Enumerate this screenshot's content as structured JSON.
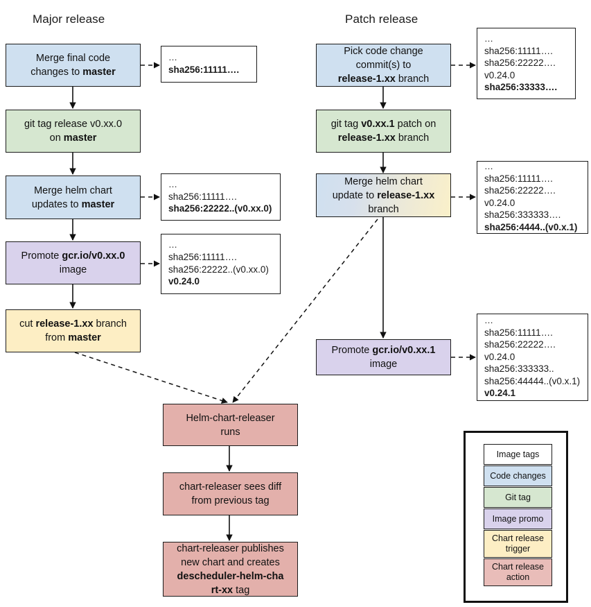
{
  "diagram": {
    "columns": [
      {
        "id": "major",
        "title": "Major release"
      },
      {
        "id": "patch",
        "title": "Patch release"
      }
    ],
    "nodes": [
      {
        "id": "merge-final-code",
        "kind": "code-changes",
        "lines": [
          {
            "parts": [
              {
                "t": "Merge final code",
                "b": false
              }
            ]
          },
          {
            "parts": [
              {
                "t": "changes to ",
                "b": false
              },
              {
                "t": "master",
                "b": true
              }
            ]
          }
        ]
      },
      {
        "id": "git-tag-release",
        "kind": "git-tag",
        "lines": [
          {
            "parts": [
              {
                "t": "git tag release v0.xx.0",
                "b": false
              }
            ]
          },
          {
            "parts": [
              {
                "t": "on ",
                "b": false
              },
              {
                "t": "master",
                "b": true
              }
            ]
          }
        ]
      },
      {
        "id": "merge-helm-chart-master",
        "kind": "code-changes",
        "lines": [
          {
            "parts": [
              {
                "t": "Merge helm chart",
                "b": false
              }
            ]
          },
          {
            "parts": [
              {
                "t": "updates to ",
                "b": false
              },
              {
                "t": "master",
                "b": true
              }
            ]
          }
        ]
      },
      {
        "id": "promote-image-major",
        "kind": "image-promo",
        "lines": [
          {
            "parts": [
              {
                "t": "Promote ",
                "b": false
              },
              {
                "t": "gcr.io/v0.xx.0",
                "b": true
              }
            ]
          },
          {
            "parts": [
              {
                "t": "image",
                "b": false
              }
            ]
          }
        ]
      },
      {
        "id": "cut-release-branch",
        "kind": "chart-release-trigger",
        "lines": [
          {
            "parts": [
              {
                "t": "cut ",
                "b": false
              },
              {
                "t": "release-1.xx",
                "b": true
              },
              {
                "t": " branch",
                "b": false
              }
            ]
          },
          {
            "parts": [
              {
                "t": "from ",
                "b": false
              },
              {
                "t": "master",
                "b": true
              }
            ]
          }
        ]
      },
      {
        "id": "pick-code-change",
        "kind": "code-changes",
        "lines": [
          {
            "parts": [
              {
                "t": "Pick code change",
                "b": false
              }
            ]
          },
          {
            "parts": [
              {
                "t": "commit(s) to",
                "b": false
              }
            ]
          },
          {
            "parts": [
              {
                "t": "release-1.xx",
                "b": true
              },
              {
                "t": " branch",
                "b": false
              }
            ]
          }
        ]
      },
      {
        "id": "git-tag-patch",
        "kind": "git-tag",
        "lines": [
          {
            "parts": [
              {
                "t": "git tag ",
                "b": false
              },
              {
                "t": "v0.xx.1",
                "b": true
              },
              {
                "t": " patch on",
                "b": false
              }
            ]
          },
          {
            "parts": [
              {
                "t": "release-1.xx",
                "b": true
              },
              {
                "t": " branch",
                "b": false
              }
            ]
          }
        ]
      },
      {
        "id": "merge-helm-chart-release-branch",
        "kind": "code-changes-and-chart-release-trigger",
        "lines": [
          {
            "parts": [
              {
                "t": "Merge helm chart",
                "b": false
              }
            ]
          },
          {
            "parts": [
              {
                "t": "update to ",
                "b": false
              },
              {
                "t": "release-1.xx",
                "b": true
              }
            ]
          },
          {
            "parts": [
              {
                "t": "branch",
                "b": false
              }
            ]
          }
        ]
      },
      {
        "id": "promote-image-patch",
        "kind": "image-promo",
        "lines": [
          {
            "parts": [
              {
                "t": "Promote ",
                "b": false
              },
              {
                "t": "gcr.io/v0.xx.1",
                "b": true
              }
            ]
          },
          {
            "parts": [
              {
                "t": "image",
                "b": false
              }
            ]
          }
        ]
      },
      {
        "id": "helm-chart-releaser-runs",
        "kind": "chart-release-action",
        "lines": [
          {
            "parts": [
              {
                "t": "Helm-chart-releaser",
                "b": false
              }
            ]
          },
          {
            "parts": [
              {
                "t": "runs",
                "b": false
              }
            ]
          }
        ]
      },
      {
        "id": "chart-releaser-sees-diff",
        "kind": "chart-release-action",
        "lines": [
          {
            "parts": [
              {
                "t": "chart-releaser sees diff",
                "b": false
              }
            ]
          },
          {
            "parts": [
              {
                "t": "from previous tag",
                "b": false
              }
            ]
          }
        ]
      },
      {
        "id": "chart-releaser-publishes",
        "kind": "chart-release-action",
        "lines": [
          {
            "parts": [
              {
                "t": "chart-releaser publishes",
                "b": false
              }
            ]
          },
          {
            "parts": [
              {
                "t": "new chart and creates",
                "b": false
              }
            ]
          },
          {
            "parts": [
              {
                "t": "descheduler-helm-cha",
                "b": true
              }
            ]
          },
          {
            "parts": [
              {
                "t": "rt-xx",
                "b": true
              },
              {
                "t": " tag",
                "b": false
              }
            ]
          }
        ]
      }
    ],
    "tag_boxes": [
      {
        "id": "tags-after-merge-final-code",
        "lines": [
          {
            "t": "…",
            "b": false
          },
          {
            "t": "sha256:11111….",
            "b": true
          }
        ]
      },
      {
        "id": "tags-after-merge-helm-chart-master",
        "lines": [
          {
            "t": "…",
            "b": false
          },
          {
            "t": "sha256:11111….",
            "b": false
          },
          {
            "t": "sha256:22222..(v0.xx.0)",
            "b": true
          }
        ]
      },
      {
        "id": "tags-after-promote-image-major",
        "lines": [
          {
            "t": "…",
            "b": false
          },
          {
            "t": "sha256:11111….",
            "b": false
          },
          {
            "t": "sha256:22222..(v0.xx.0)",
            "b": false
          },
          {
            "t": "v0.24.0",
            "b": true
          }
        ]
      },
      {
        "id": "tags-after-pick-code-change",
        "lines": [
          {
            "t": "…",
            "b": false
          },
          {
            "t": "sha256:11111….",
            "b": false
          },
          {
            "t": "sha256:22222….",
            "b": false
          },
          {
            "t": "v0.24.0",
            "b": false
          },
          {
            "t": "sha256:33333….",
            "b": true
          }
        ]
      },
      {
        "id": "tags-after-merge-helm-chart-release-branch",
        "lines": [
          {
            "t": "…",
            "b": false
          },
          {
            "t": "sha256:11111….",
            "b": false
          },
          {
            "t": "sha256:22222….",
            "b": false
          },
          {
            "t": "v0.24.0",
            "b": false
          },
          {
            "t": "sha256:333333….",
            "b": false
          },
          {
            "t": "sha256:4444..(v0.x.1)",
            "b": true
          }
        ]
      },
      {
        "id": "tags-after-promote-image-patch",
        "lines": [
          {
            "t": "…",
            "b": false
          },
          {
            "t": "sha256:11111….",
            "b": false
          },
          {
            "t": "sha256:22222….",
            "b": false
          },
          {
            "t": "v0.24.0",
            "b": false
          },
          {
            "t": "sha256:333333..",
            "b": false
          },
          {
            "t": "sha256:44444..(v0.x.1)",
            "b": false
          },
          {
            "t": "v0.24.1",
            "b": true
          }
        ]
      }
    ],
    "legend": {
      "items": [
        {
          "label": "Image tags",
          "color": "#ffffff"
        },
        {
          "label": "Code changes",
          "color": "#cfe0f0"
        },
        {
          "label": "Git tag",
          "color": "#d6e7d0"
        },
        {
          "label": "Image promo",
          "color": "#d9d2ec"
        },
        {
          "label": "Chart release trigger",
          "color": "#fdeec4"
        },
        {
          "label": "Chart release action",
          "color": "#e9bdb9"
        }
      ]
    },
    "colors": {
      "code_changes": "#cfe0f0",
      "git_tag": "#d6e7d0",
      "image_promo": "#d9d2ec",
      "chart_release_trigger": "#fdeec4",
      "chart_release_action": "#e3b0ab",
      "image_tags": "#ffffff",
      "stroke": "#1a1a1a"
    }
  }
}
